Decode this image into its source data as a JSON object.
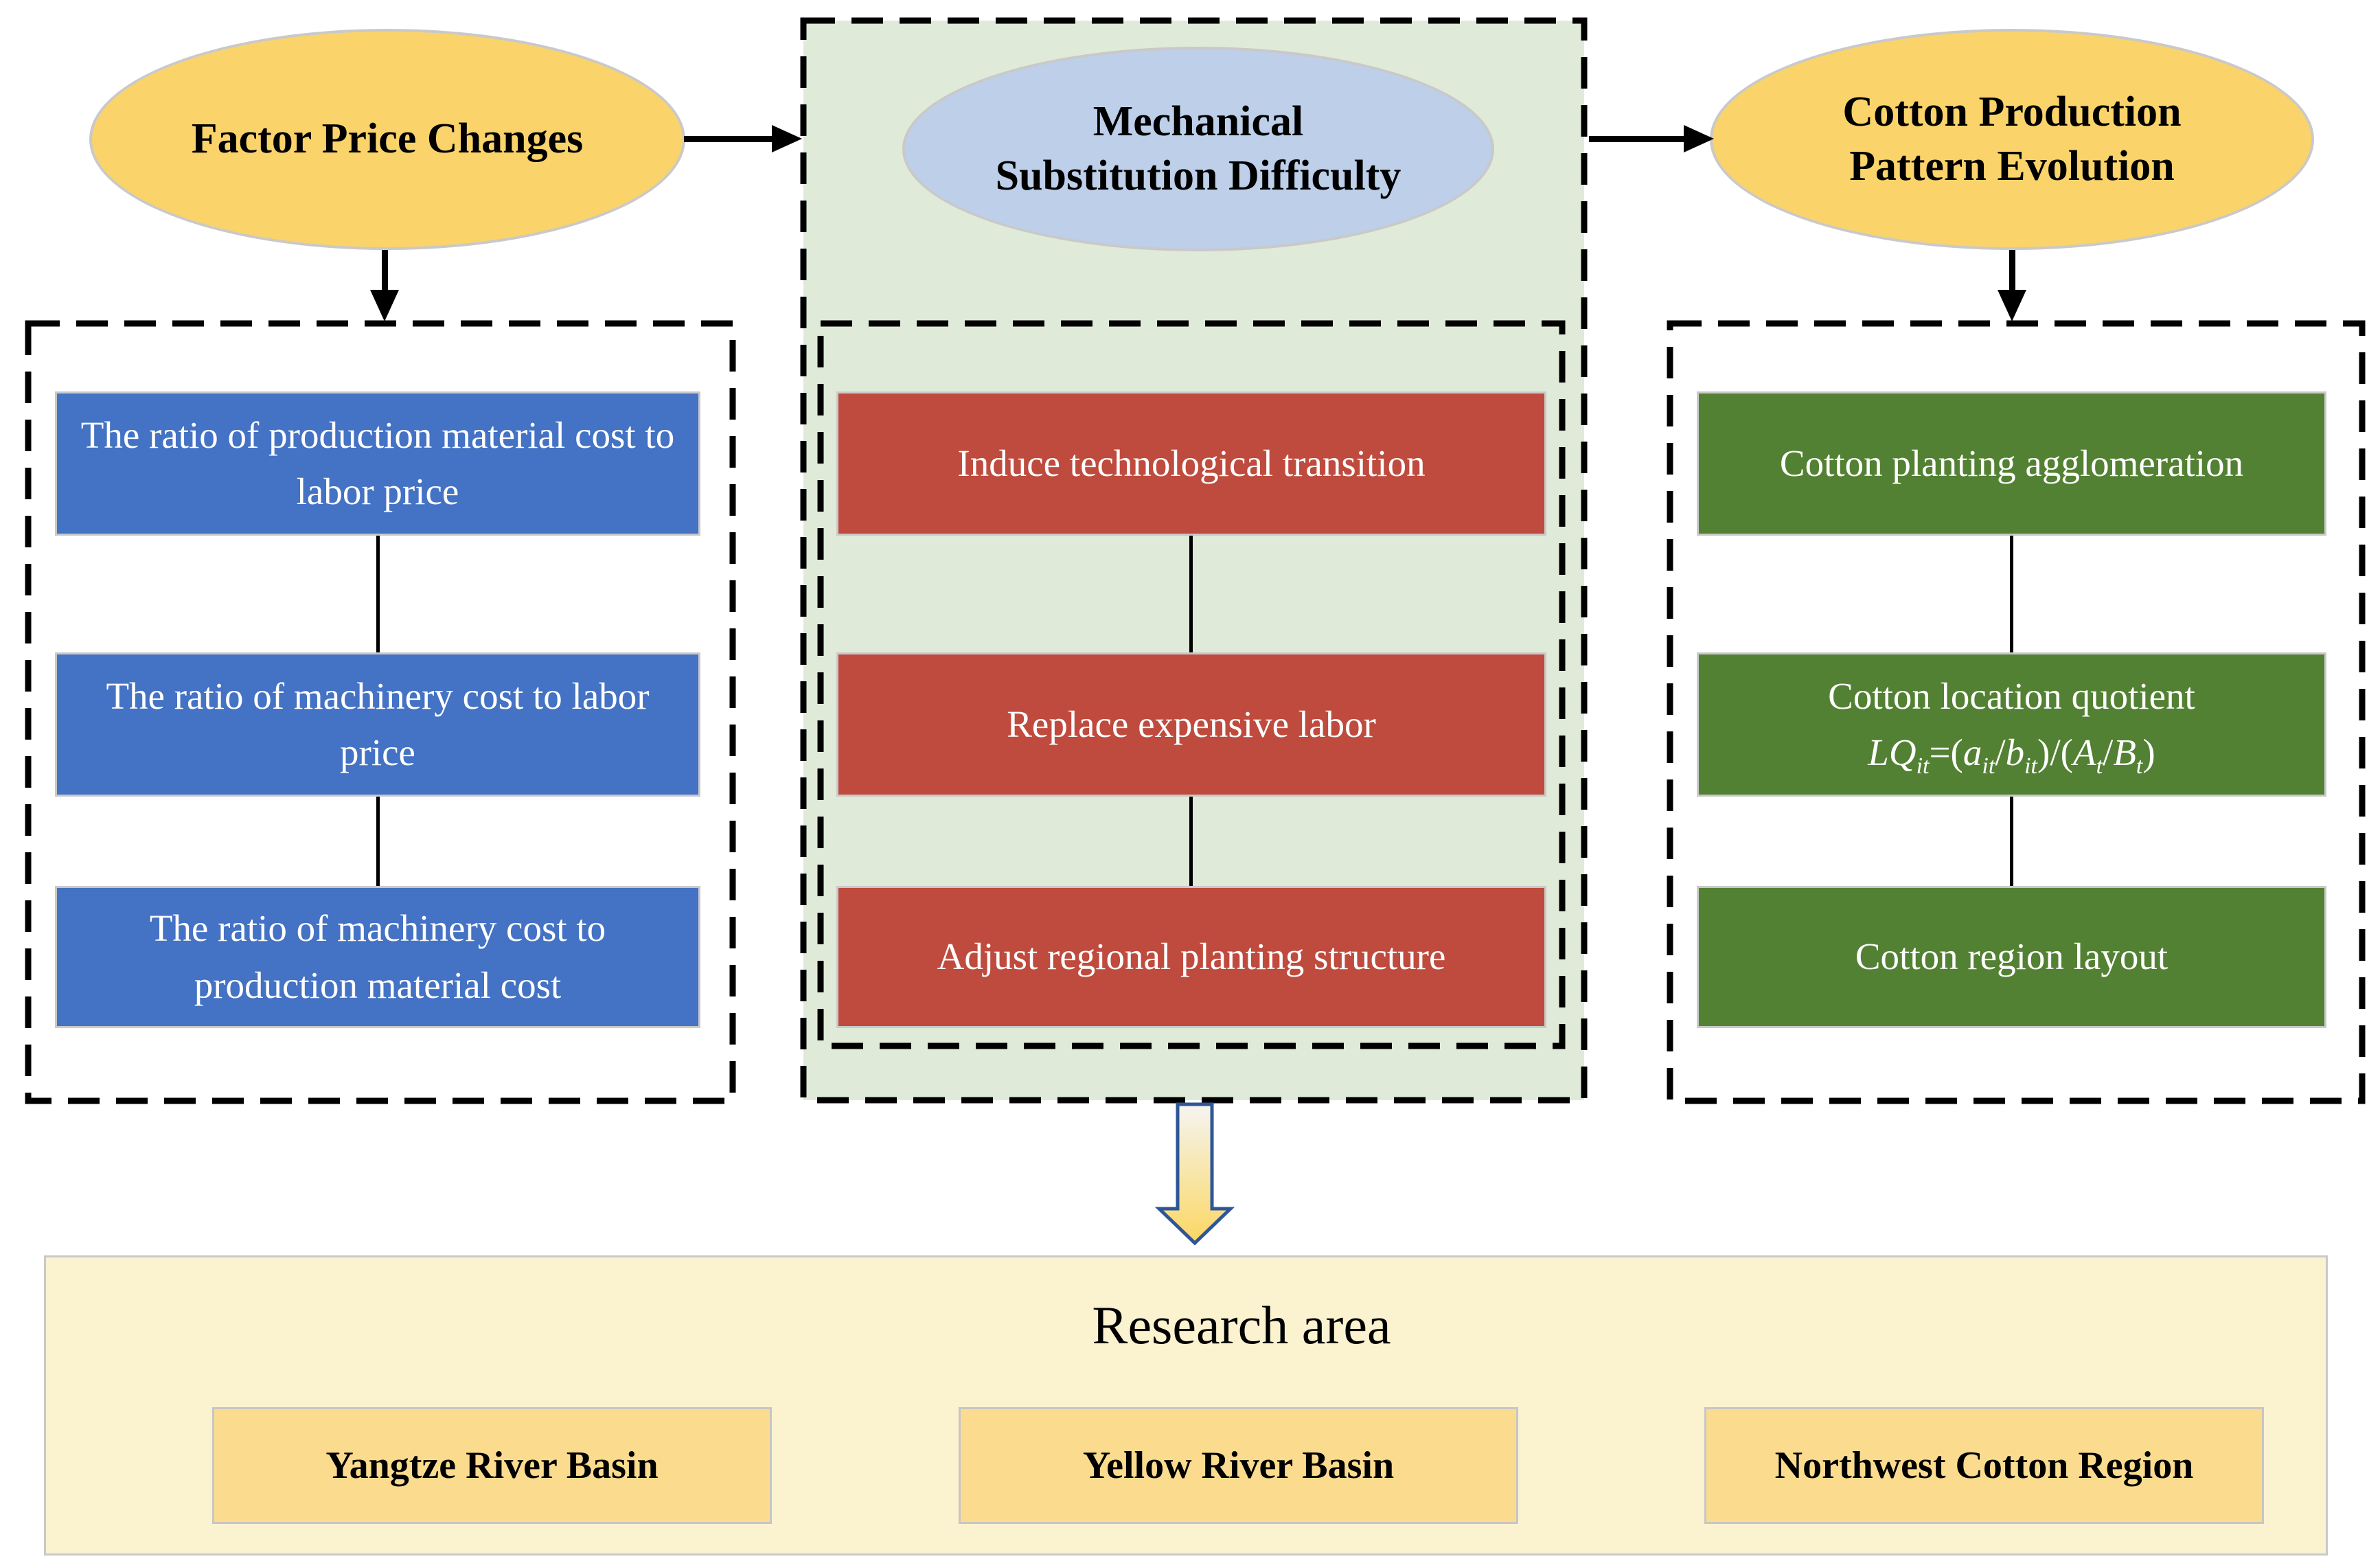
{
  "left_column": {
    "header_lines": [
      "Factor Price Changes"
    ],
    "boxes": [
      "The ratio of production material cost to labor price",
      "The ratio of machinery cost to labor price",
      "The ratio of machinery cost to production material cost"
    ]
  },
  "middle_column": {
    "header_lines": [
      "Mechanical",
      "Substitution Difficulty"
    ],
    "boxes": [
      "Induce technological transition",
      "Replace expensive labor",
      "Adjust regional planting structure"
    ]
  },
  "right_column": {
    "header_lines": [
      "Cotton Production",
      "Pattern Evolution"
    ],
    "box1": "Cotton planting agglomeration",
    "box2_title": "Cotton location quotient",
    "box2_formula_parts": [
      "LQ",
      "it",
      "=(",
      "a",
      "it",
      "/",
      "b",
      "it",
      ")/(",
      "A",
      "t",
      "/",
      "B",
      "t",
      ")"
    ],
    "box3": "Cotton region layout"
  },
  "research_area": {
    "title": "Research area",
    "regions": [
      "Yangtze River Basin",
      "Yellow River Basin",
      "Northwest Cotton Region"
    ]
  },
  "colors": {
    "ellipse_yellow": "#FAD36B",
    "ellipse_blue": "#BDCFE9",
    "panel_green": "#DFEBD8",
    "box_blue": "#4472C4",
    "box_red": "#BF4B3E",
    "box_green": "#538133",
    "panel_cream": "#FBF2D0",
    "region_yellow": "#FBDC8F",
    "arrow_outline_blue": "#2F5597",
    "border_gray": "#C9C9C9",
    "dash_black": "#000000"
  }
}
